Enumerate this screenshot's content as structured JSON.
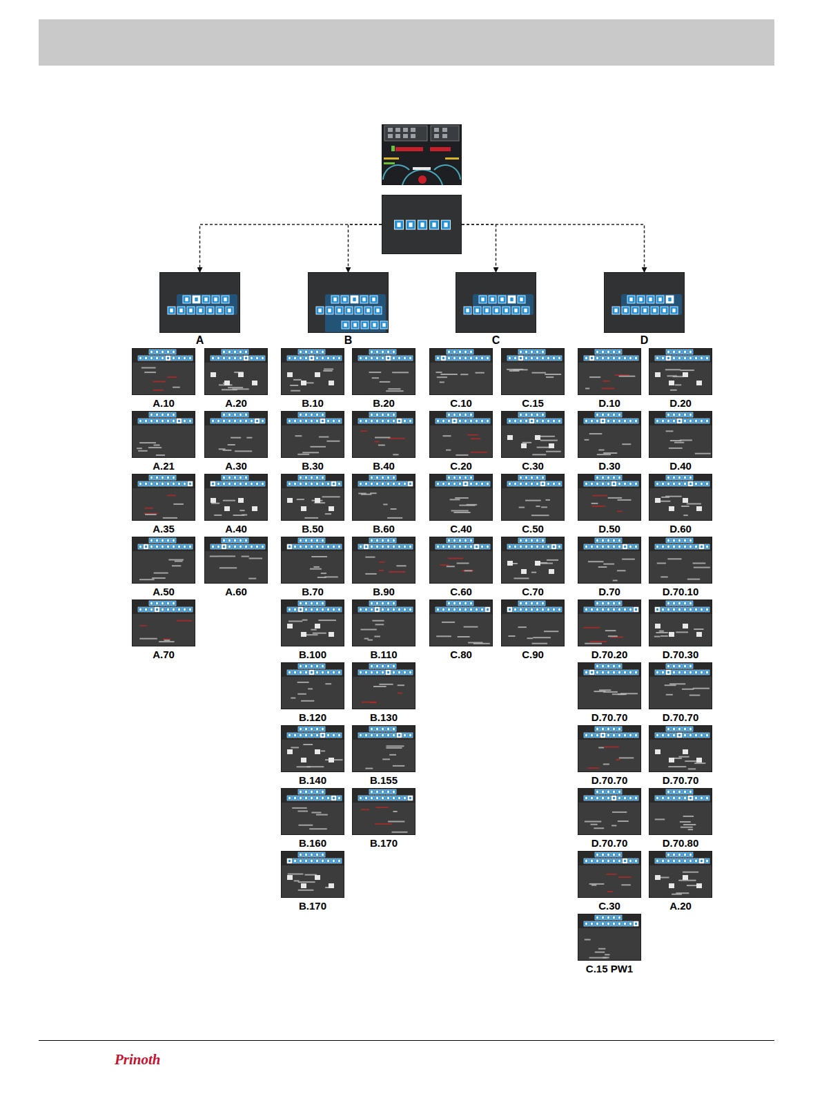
{
  "diagram": {
    "nodes": [
      {
        "text": []
      },
      {
        "text": [
          "A"
        ]
      },
      {
        "text": [
          "B"
        ]
      },
      {
        "text": [
          "C"
        ]
      },
      {
        "text": [
          "D"
        ]
      },
      {
        "text": [
          "A.10"
        ]
      },
      {
        "text": [
          "A.20"
        ]
      },
      {
        "text": [
          "A.21"
        ]
      },
      {
        "text": [
          "A.30"
        ]
      },
      {
        "text": [
          "A.35"
        ]
      },
      {
        "text": [
          "A.40"
        ]
      },
      {
        "text": [
          "A.50"
        ]
      },
      {
        "text": [
          "A.60"
        ]
      },
      {
        "text": [
          "A.70"
        ]
      },
      {
        "text": [
          "B.10"
        ]
      },
      {
        "text": [
          "B.20"
        ]
      },
      {
        "text": [
          "B.30"
        ]
      },
      {
        "text": [
          "B.40"
        ]
      },
      {
        "text": [
          "B.50"
        ]
      },
      {
        "text": [
          "B.60"
        ]
      },
      {
        "text": [
          "B.70"
        ]
      },
      {
        "text": [
          "B.90"
        ]
      },
      {
        "text": [
          "B.100"
        ]
      },
      {
        "text": [
          "B.110"
        ]
      },
      {
        "text": [
          "B.120"
        ]
      },
      {
        "text": [
          "B.130"
        ]
      },
      {
        "text": [
          "B.140"
        ]
      },
      {
        "text": [
          "B.155"
        ]
      },
      {
        "text": [
          "B.160"
        ]
      },
      {
        "text": [
          "B.170"
        ]
      },
      {
        "text": [
          "B.170"
        ]
      },
      {
        "text": [
          "C.10"
        ]
      },
      {
        "text": [
          "C.15"
        ]
      },
      {
        "text": [
          "C.20"
        ]
      },
      {
        "text": [
          "C.30"
        ]
      },
      {
        "text": [
          "C.40"
        ]
      },
      {
        "text": [
          "C.50"
        ]
      },
      {
        "text": [
          "C.60"
        ]
      },
      {
        "text": [
          "C.70"
        ]
      },
      {
        "text": [
          "C.80"
        ]
      },
      {
        "text": [
          "C.90"
        ]
      },
      {
        "text": [
          "D.10"
        ]
      },
      {
        "text": [
          "D.20"
        ]
      },
      {
        "text": [
          "D.30"
        ]
      },
      {
        "text": [
          "D.40"
        ]
      },
      {
        "text": [
          "D.50"
        ]
      },
      {
        "text": [
          "D.60"
        ]
      },
      {
        "text": [
          "D.70"
        ]
      },
      {
        "text": [
          "D.70.10"
        ]
      },
      {
        "text": [
          "D.70.20"
        ]
      },
      {
        "text": [
          "D.70.30"
        ]
      },
      {
        "text": [
          "D.70.70"
        ]
      },
      {
        "text": [
          "D.70.70"
        ]
      },
      {
        "text": [
          "D.70.70"
        ]
      },
      {
        "text": [
          "D.70.70"
        ]
      },
      {
        "text": [
          "D.70.70"
        ]
      },
      {
        "text": [
          "D.70.80"
        ]
      },
      {
        "text": [
          "C.30"
        ]
      },
      {
        "text": [
          "A.20"
        ]
      },
      {
        "text": [
          "C.15 PW1"
        ]
      }
    ],
    "edges": [
      {
        "from": 0,
        "to": 1,
        "arrow": "to"
      },
      {
        "from": 0,
        "to": 2,
        "arrow": "to"
      },
      {
        "from": 0,
        "to": 3,
        "arrow": "to"
      },
      {
        "from": 0,
        "to": 4,
        "arrow": "to"
      }
    ],
    "labels": [
      "Prinoth"
    ]
  }
}
